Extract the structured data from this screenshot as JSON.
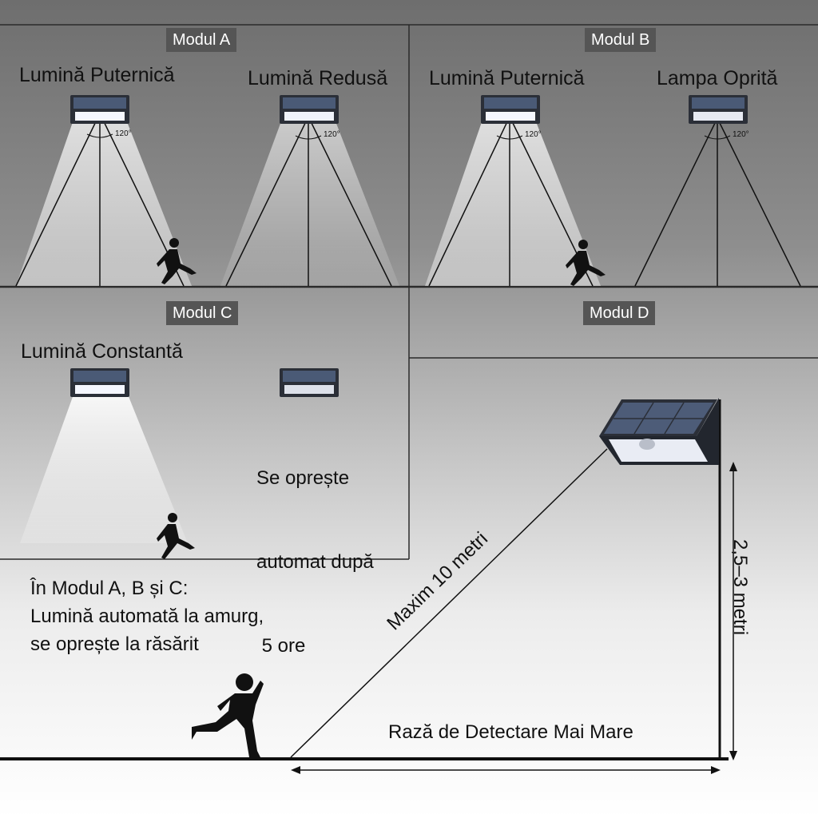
{
  "modes": {
    "a": {
      "badge": "Modul A",
      "left_label": "Lumină Puternică",
      "right_label": "Lumină Redusă",
      "angle_left": "120°",
      "angle_right": "120°"
    },
    "b": {
      "badge": "Modul B",
      "left_label": "Lumină Puternică",
      "right_label": "Lampa Oprită",
      "angle_left": "120°",
      "angle_right": "120°"
    },
    "c": {
      "badge": "Modul C",
      "label": "Lumină Constantă",
      "auto_off": [
        "Se oprește",
        "automat după",
        " 5 ore"
      ]
    },
    "d": {
      "badge": "Modul D"
    }
  },
  "notes": {
    "abc": [
      "În Modul A, B și C:",
      "Lumină automată la amurg,",
      "se oprește la răsărit"
    ]
  },
  "measurements": {
    "diagonal": "Maxim 10 metri",
    "height": "2,5–3 metri",
    "range": "Rază de Detectare Mai Mare"
  },
  "colors": {
    "badge_bg": "#555555",
    "line": "#111111",
    "light": "#ffffff"
  }
}
